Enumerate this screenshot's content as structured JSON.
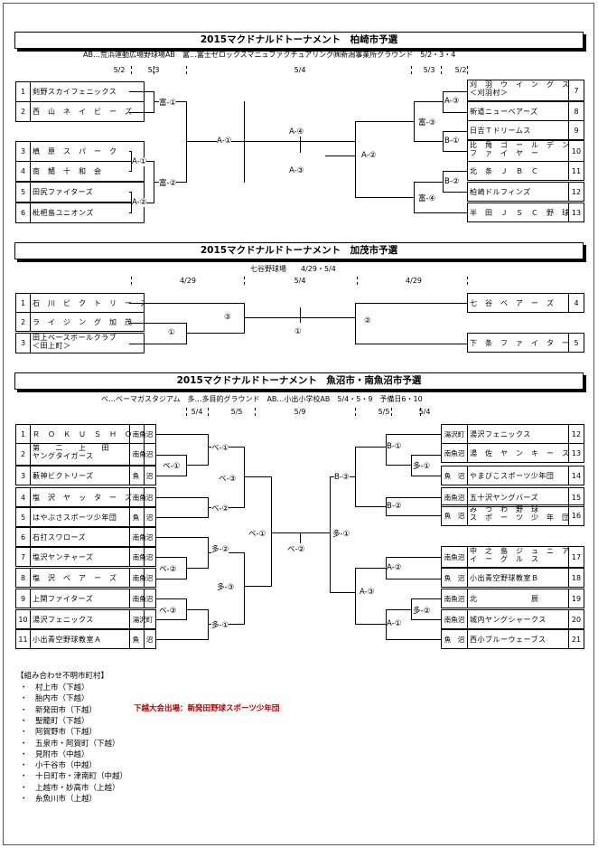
{
  "t1": {
    "title": "2015マクドナルドトーナメント　柏崎市予選",
    "venues": "AB…荒浜運動広場野球場AB　富…富士ゼロックスマニュファクチュアリング㈱新潟事業所グラウンド　5/2・3・4",
    "dates": {
      "a": "5/2",
      "b": "5/3",
      "c": "5/4",
      "d": "5/3",
      "e": "5/2"
    },
    "left_nums": [
      "1",
      "2",
      "3",
      "4",
      "5",
      "6"
    ],
    "left_teams": [
      "剣野スカイフェニックス",
      "西　山　ネ　イ　ビ　ー　ズ",
      "槙　原　ス　パ　ー　ク",
      "南　鯖　十　和　会",
      "田尻ファイターズ",
      "枇杷島ユニオンズ"
    ],
    "right_nums": [
      "7",
      "8",
      "9",
      "10",
      "11",
      "12",
      "13"
    ],
    "right_teams": [
      "刈　羽　ウ　イ　ン　グ　ス",
      "新道ニューベアーズ",
      "日吉Ｔドリームス",
      "比　角　ゴ　ー　ル　デ　ン",
      "北　条　Ｊ　Ｂ　Ｃ",
      "柏崎ドルフィンズ",
      "半　田　Ｊ　Ｓ　Ｃ　野　球　部"
    ],
    "right_sub": {
      "t7": "＜刈羽村＞",
      "t10": "フ　ァ　イ　ヤ　ー"
    },
    "labels": {
      "f1": "富-①",
      "f2": "富-②",
      "f3": "富-③",
      "f4": "富-④",
      "a1l": "A-①",
      "a2l": "A-②",
      "b1": "B-①",
      "b2": "B-②",
      "a1": "A-①",
      "a2": "A-②",
      "a3": "A-③",
      "a4": "A-④"
    }
  },
  "t2": {
    "title": "2015マクドナルドトーナメント　加茂市予選",
    "venues": "七谷野球場　　4/29・5/4",
    "dates": {
      "a": "4/29",
      "b": "5/4",
      "c": "4/29"
    },
    "left_nums": [
      "1",
      "2",
      "3"
    ],
    "left_teams": [
      "石　川　ビ　ク　ト　リ　ー　ズ",
      "ラ　イ　ジ　ン　グ　加　茂",
      "田上ベースボールクラブ"
    ],
    "left_sub": "＜田上町＞",
    "right_nums": [
      "4",
      "5"
    ],
    "right_teams": [
      "七　谷　ベ　ア　ー　ズ",
      "下　条　フ　ァ　イ　タ　ー　ズ"
    ],
    "labels": {
      "m1": "①",
      "m2": "②",
      "m3": "③",
      "final": "①"
    }
  },
  "t3": {
    "title": "2015マクドナルドトーナメント　魚沼市・南魚沼市予選",
    "venues": "ベ…ベーマガスタジアム　多…多目的グラウンド　AB…小出小学校AB　5/4・5・9　予備日6・10",
    "dates": {
      "a": "5/4",
      "b": "5/5",
      "c": "5/9",
      "d": "5/5",
      "e": "5/4"
    },
    "left_nums": [
      "1",
      "2",
      "3",
      "4",
      "5",
      "6",
      "7",
      "8",
      "9",
      "10",
      "11"
    ],
    "left_teams": [
      "Ｒ　Ｏ　Ｋ　Ｕ　Ｓ　Ｈ　Ｏ",
      "第　　二　　上　　田",
      "藪神ビクトリーズ",
      "塩　沢　ヤ　ッ　タ　ー　ズ",
      "はやぶさスポーツ少年団",
      "石打スワローズ",
      "塩沢ヤンチャーズ",
      "塩　沢　ベ　ア　ー　ズ",
      "上関ファイターズ",
      "湯沢フェニックス",
      "小出青空野球教室Ａ"
    ],
    "left_sub2": "ヤングタイガース",
    "left_venues": [
      "南魚沼",
      "南魚沼",
      "魚　沼",
      "南魚沼",
      "魚　沼",
      "南魚沼",
      "南魚沼",
      "南魚沼",
      "南魚沼",
      "湯沢町",
      "魚　沼"
    ],
    "right_nums": [
      "12",
      "13",
      "14",
      "15",
      "16",
      "17",
      "18",
      "19",
      "20",
      "21"
    ],
    "right_teams": [
      "湯沢フェニックス",
      "湯　佐　ヤ　ン　キ　ー　ス",
      "やまびこスポーツ少年団",
      "五十沢ヤングバーズ",
      "み　つ　わ　野　球",
      "中　之　島　ジ　ュ　ニ　ア",
      "小出青空野球教室Ｂ",
      "北　　　　　　　辰",
      "城内ヤングシャークス",
      "西小ブルーウェーブス"
    ],
    "right_sub": {
      "t16": "ス　ポ　ー　ツ　少　年　団",
      "t17": "イ　ー　グ　ル　ス"
    },
    "right_venues": [
      "湯沢町",
      "南魚沼",
      "魚　沼",
      "南魚沼",
      "魚　沼",
      "南魚沼",
      "魚　沼",
      "南魚沼",
      "南魚沼",
      "魚　沼"
    ],
    "labels": {
      "be1": "ベ-①",
      "be2": "ベ-②",
      "be3": "ベ-③",
      "be1b": "ベ-①",
      "be2b": "ベ-②",
      "be3b": "ベ-③",
      "be1c": "ベ-①",
      "be2c": "ベ-②",
      "ta1": "多-①",
      "ta2": "多-②",
      "ta3": "多-③",
      "ta1b": "多-①",
      "ta2b": "多-②",
      "ta1c": "多-①",
      "b1": "B-①",
      "b2": "B-②",
      "b3": "B-③",
      "a1": "A-①",
      "a2": "A-②",
      "a3": "A-③"
    }
  },
  "notes": {
    "heading": "【組み合わせ不明市町村】",
    "items": [
      "・　村上市（下越）",
      "・　胎内市（下越）",
      "・　新発田市（下越）",
      "・　聖籠町（下越）",
      "・　阿賀野市（下越）",
      "・　五泉市・阿賀町（下越）",
      "・　見附市（中越）",
      "・　小千谷市（中越）",
      "・　十日町市・津南町（中越）",
      "・　上越市・妙高市（上越）",
      "・　糸魚川市（上越）"
    ],
    "highlight": "下越大会出場：新発田野球スポーツ少年団"
  }
}
